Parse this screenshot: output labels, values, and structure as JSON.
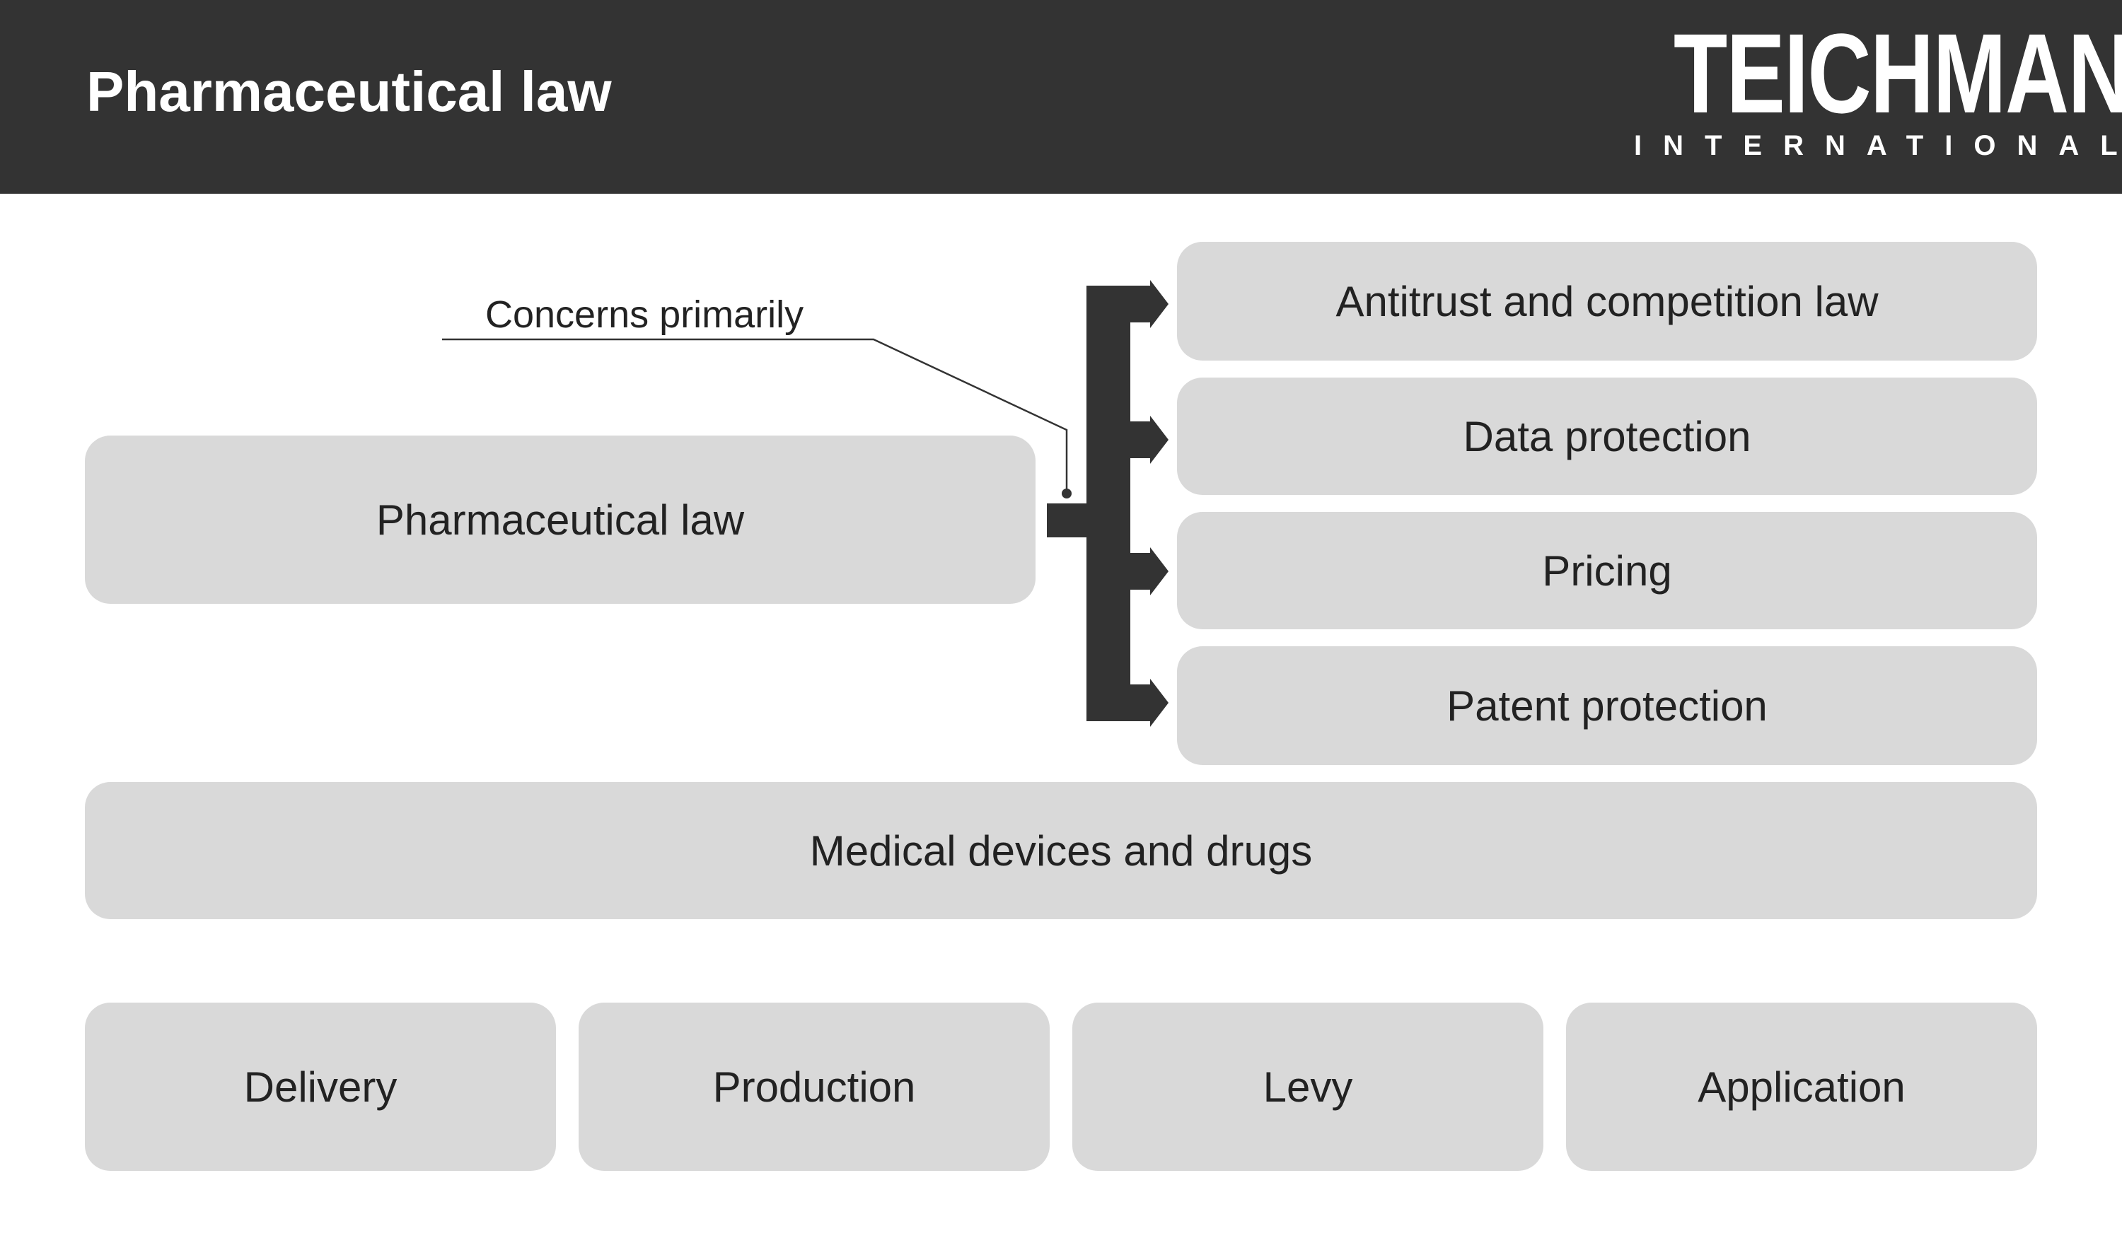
{
  "header": {
    "title": "Pharmaceutical law",
    "background": "#333333",
    "brand_name": "TEICHMANN",
    "brand_sub": "INTERNATIONAL"
  },
  "diagram": {
    "source_label": "Pharmaceutical law",
    "annotation": "Concerns primarily",
    "targets": [
      "Antitrust and competition law",
      "Data protection",
      "Pricing",
      "Patent protection"
    ],
    "base_label": "Medical devices and drugs",
    "bottom_items": [
      "Delivery",
      "Production",
      "Levy",
      "Application"
    ],
    "colors": {
      "box_fill": "#d9d9d9",
      "connector": "#333333",
      "text": "#222222"
    }
  }
}
